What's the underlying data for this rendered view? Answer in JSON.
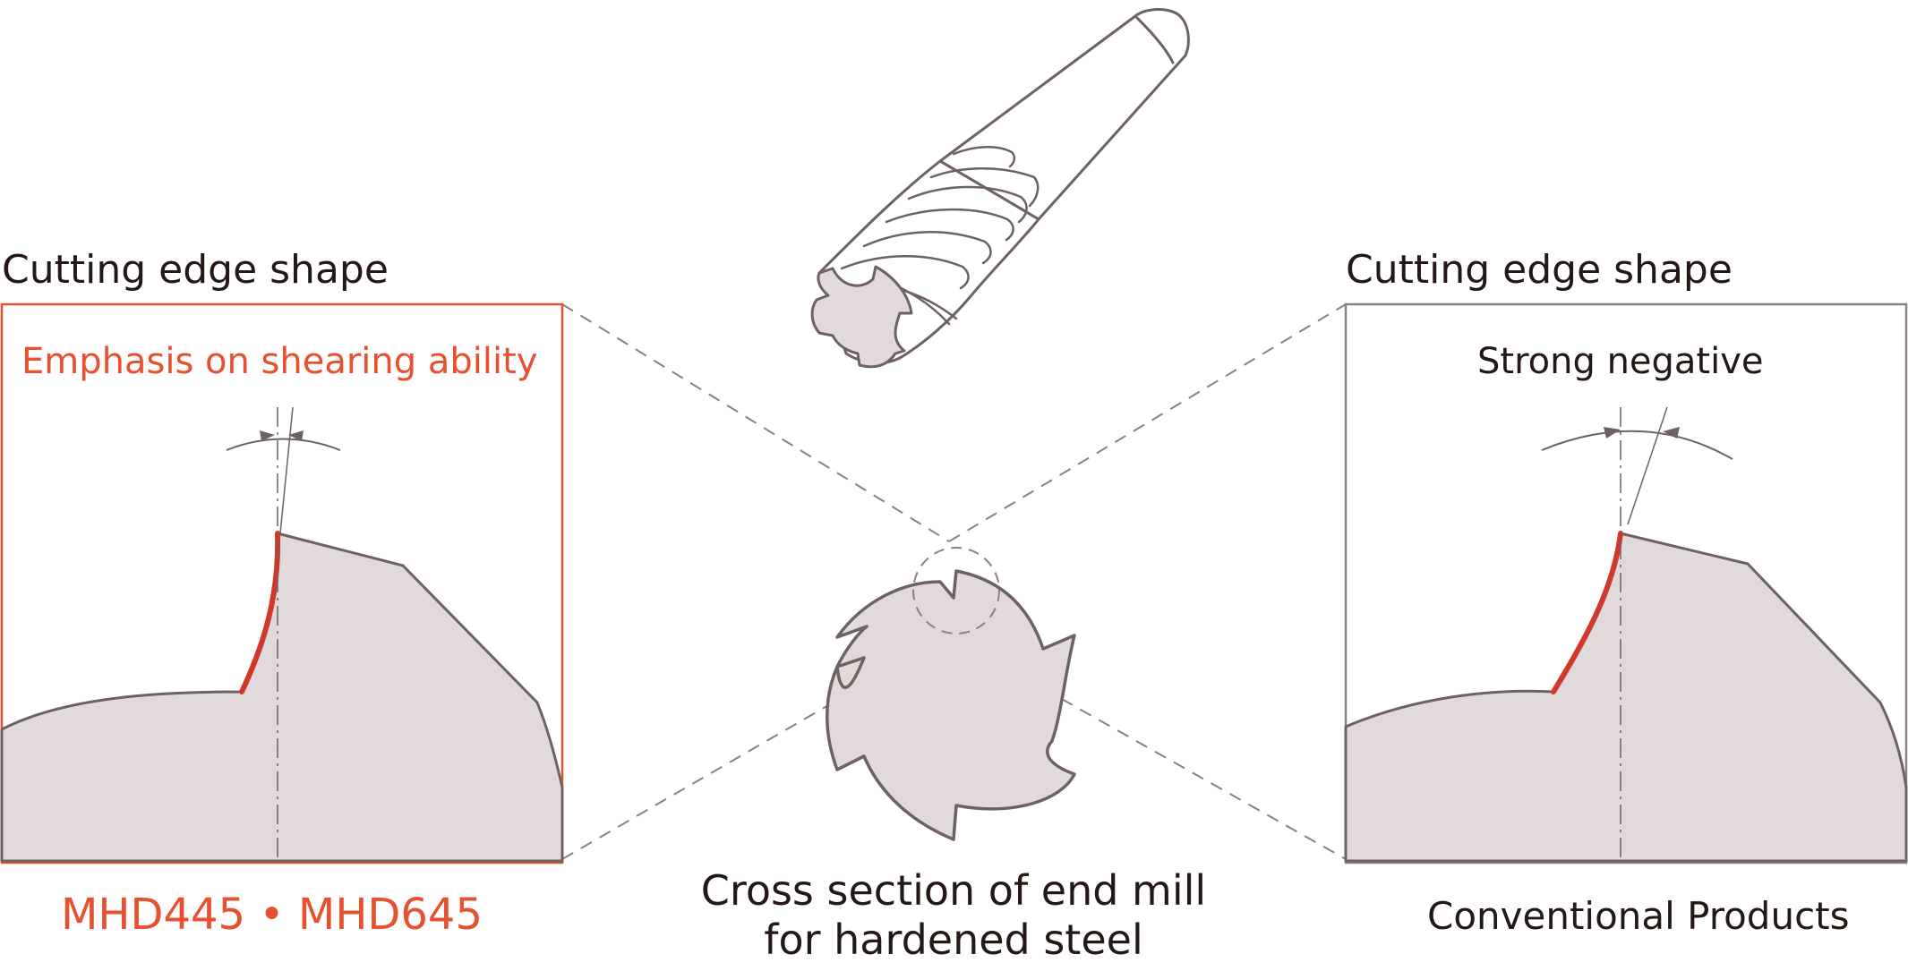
{
  "left_panel": {
    "heading": "Cutting edge shape",
    "emphasis": "Emphasis on shearing ability",
    "product": "MHD445 • MHD645"
  },
  "right_panel": {
    "heading": "Cutting edge shape",
    "emphasis": "Strong negative",
    "product": "Conventional Products"
  },
  "center": {
    "caption_line1": "Cross section of end mill",
    "caption_line2": "for hardened steel"
  },
  "colors": {
    "accent": "#e8512f",
    "edge_red": "#d2382a",
    "outline": "#6e6161",
    "fill": "#e2dada",
    "text": "#231815",
    "dashed": "#8a8080"
  }
}
